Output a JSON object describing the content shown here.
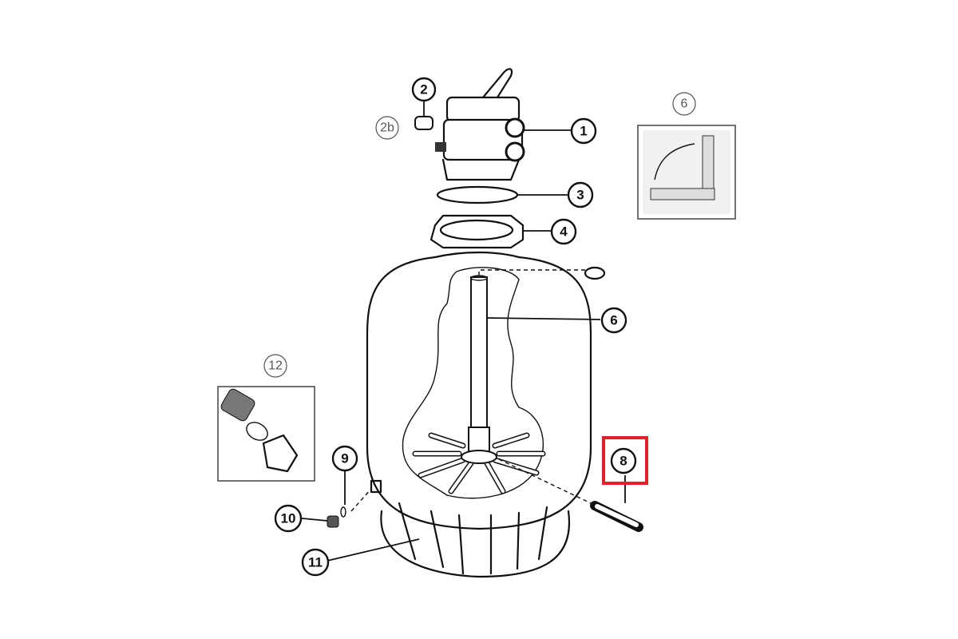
{
  "diagram": {
    "callouts": {
      "valve": "1",
      "gauge": "2",
      "gauge_alt": "2b",
      "o_ring": "3",
      "collar": "4",
      "standpipe": "6",
      "standpipe_inset": "6",
      "lateral": "8",
      "drain_o_ring": "9",
      "drain_cap": "10",
      "base": "11",
      "drain_inset": "12"
    },
    "highlight_color": "#e3202b"
  }
}
